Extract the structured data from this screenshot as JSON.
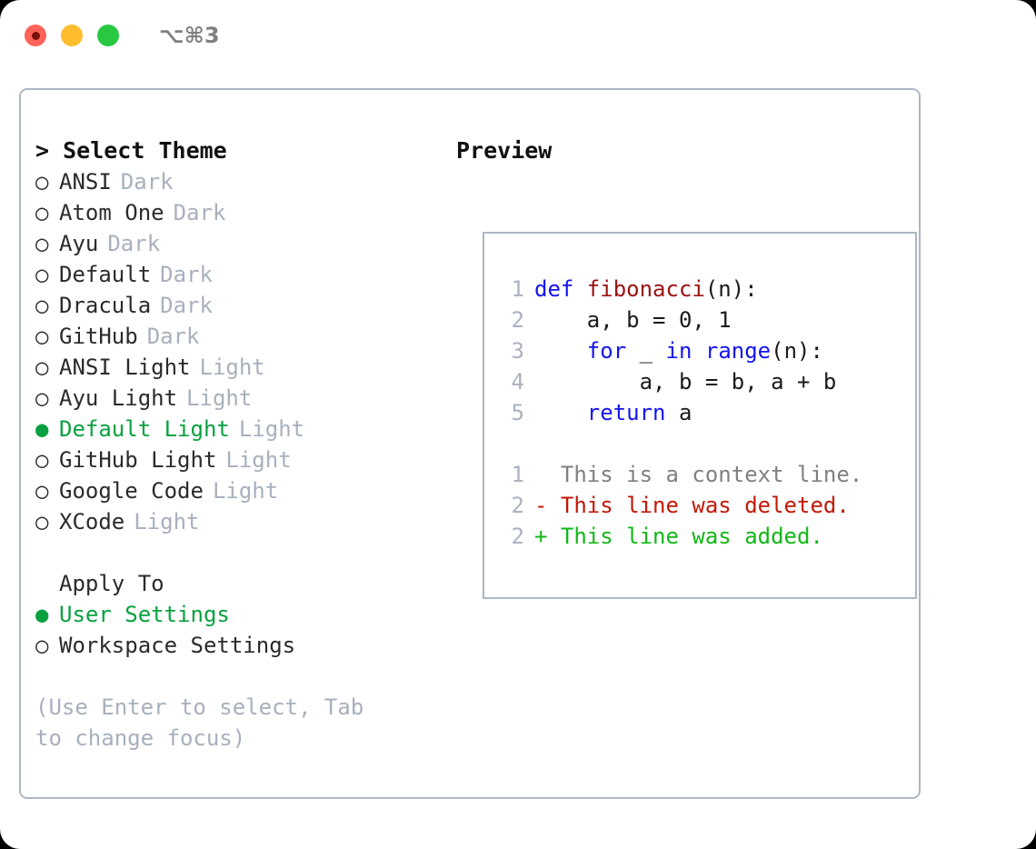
{
  "window": {
    "traffic_lights": [
      "close",
      "minimize",
      "maximize"
    ],
    "shortcut": "⌥⌘3",
    "accent_green": "#09a13f",
    "muted_gray": "#a8b0bd",
    "border_color": "#aeb6c4"
  },
  "theme_panel": {
    "header": "> Select Theme",
    "items": [
      {
        "marker": "○",
        "label": "ANSI",
        "tag": "Dark",
        "selected": false
      },
      {
        "marker": "○",
        "label": "Atom One",
        "tag": "Dark",
        "selected": false
      },
      {
        "marker": "○",
        "label": "Ayu",
        "tag": "Dark",
        "selected": false
      },
      {
        "marker": "○",
        "label": "Default",
        "tag": "Dark",
        "selected": false
      },
      {
        "marker": "○",
        "label": "Dracula",
        "tag": "Dark",
        "selected": false
      },
      {
        "marker": "○",
        "label": "GitHub",
        "tag": "Dark",
        "selected": false
      },
      {
        "marker": "○",
        "label": "ANSI Light",
        "tag": "Light",
        "selected": false
      },
      {
        "marker": "○",
        "label": "Ayu Light",
        "tag": "Light",
        "selected": false
      },
      {
        "marker": "●",
        "label": "Default Light",
        "tag": "Light",
        "selected": true
      },
      {
        "marker": "○",
        "label": "GitHub Light",
        "tag": "Light",
        "selected": false
      },
      {
        "marker": "○",
        "label": "Google Code",
        "tag": "Light",
        "selected": false
      },
      {
        "marker": "○",
        "label": "XCode",
        "tag": "Light",
        "selected": false
      }
    ]
  },
  "apply_to": {
    "title": "Apply To",
    "items": [
      {
        "marker": "●",
        "label": "User Settings",
        "selected": true
      },
      {
        "marker": "○",
        "label": "Workspace Settings",
        "selected": false
      }
    ]
  },
  "hint": "(Use Enter to select, Tab to change focus)",
  "preview": {
    "title": "Preview",
    "code_lines": [
      {
        "number": "1",
        "tokens": [
          {
            "text": "def ",
            "kind": "kw"
          },
          {
            "text": "fibonacci",
            "kind": "fn"
          },
          {
            "text": "(n):",
            "kind": "pl"
          }
        ]
      },
      {
        "number": "2",
        "tokens": [
          {
            "text": "    a, b = 0, 1",
            "kind": "pl"
          }
        ]
      },
      {
        "number": "3",
        "tokens": [
          {
            "text": "    ",
            "kind": "pl"
          },
          {
            "text": "for",
            "kind": "kw"
          },
          {
            "text": " _ ",
            "kind": "pl"
          },
          {
            "text": "in",
            "kind": "kw"
          },
          {
            "text": " ",
            "kind": "pl"
          },
          {
            "text": "range",
            "kind": "kw"
          },
          {
            "text": "(n):",
            "kind": "pl"
          }
        ]
      },
      {
        "number": "4",
        "tokens": [
          {
            "text": "        a, b = b, a + b",
            "kind": "pl"
          }
        ]
      },
      {
        "number": "5",
        "tokens": [
          {
            "text": "    ",
            "kind": "pl"
          },
          {
            "text": "return",
            "kind": "kw"
          },
          {
            "text": " a",
            "kind": "pl"
          }
        ]
      }
    ],
    "diff_lines": [
      {
        "number": "1",
        "prefix": "  ",
        "text": "This is a context line.",
        "kind": "ctx"
      },
      {
        "number": "2",
        "prefix": "- ",
        "text": "This line was deleted.",
        "kind": "del"
      },
      {
        "number": "2",
        "prefix": "+ ",
        "text": "This line was added.",
        "kind": "add"
      }
    ]
  }
}
